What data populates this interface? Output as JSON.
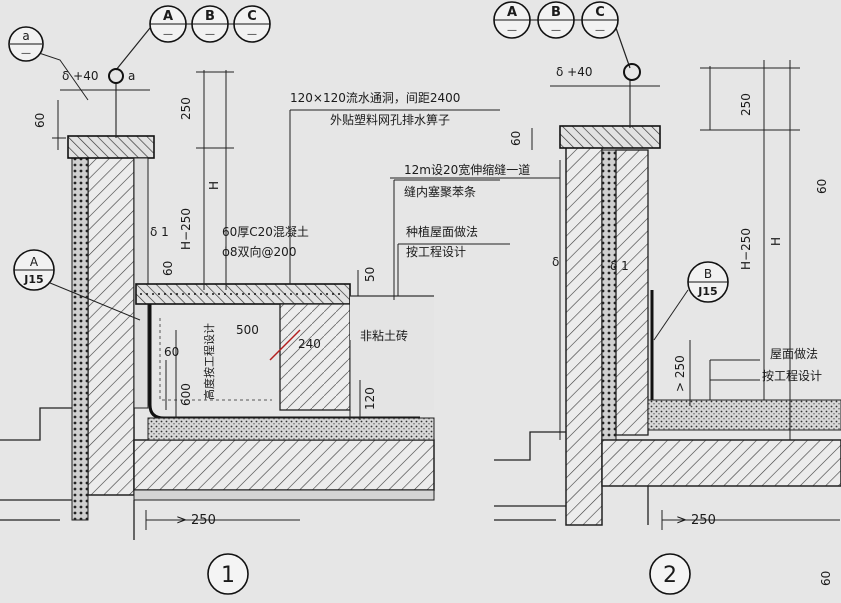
{
  "details": {
    "one": {
      "ring": [
        "A",
        "B",
        "C"
      ],
      "ring_sub": [
        "—",
        "—",
        "—"
      ],
      "ref_a": "a",
      "ref_a_sub": "—",
      "delta_plus": "δ +40",
      "a_mark": "a",
      "dim_60_left": "60",
      "dim_250_top": "250",
      "dim_H250": "H−250",
      "dim_H": "H",
      "delta1": "δ 1",
      "callout_A": "A",
      "callout_A_sheet": "J15",
      "dim_60_a": "60",
      "dim_60_b": "60",
      "dim_600": "600",
      "dim_500": "500",
      "dim_240": "240",
      "dim_50": "50",
      "dim_120": "120",
      "dim_gt250": "> 250",
      "note_vertical": "高度按工程设计",
      "note_drain_1": "120×120流水通洞，间距2400",
      "note_drain_2": "外贴塑料网孔排水箅子",
      "note_slab_1": "60厚C20混凝土",
      "note_slab_2": "ϕ8双向@200",
      "note_plant_1": "种植屋面做法",
      "note_plant_2": "按工程设计",
      "note_brick": "非粘土砖",
      "number": "1"
    },
    "two": {
      "ring": [
        "A",
        "B",
        "C"
      ],
      "ring_sub": [
        "—",
        "—",
        "—"
      ],
      "delta_plus": "δ +40",
      "dim_60": "60",
      "dim_250": "250",
      "dim_H250": "H−250",
      "dim_H": "H",
      "dim_60_right": "60",
      "delta": "δ",
      "delta1": "δ 1",
      "callout_B": "B",
      "callout_B_sheet": "J15",
      "dim_gt250_v": "> 250",
      "dim_gt250": "> 250",
      "note_joint_1": "12m设20宽伸缩缝一道",
      "note_joint_2": "缝内塞聚苯条",
      "note_roof_1": "屋面做法",
      "note_roof_2": "按工程设计",
      "number": "2",
      "dim_60_bottom": "60"
    }
  }
}
